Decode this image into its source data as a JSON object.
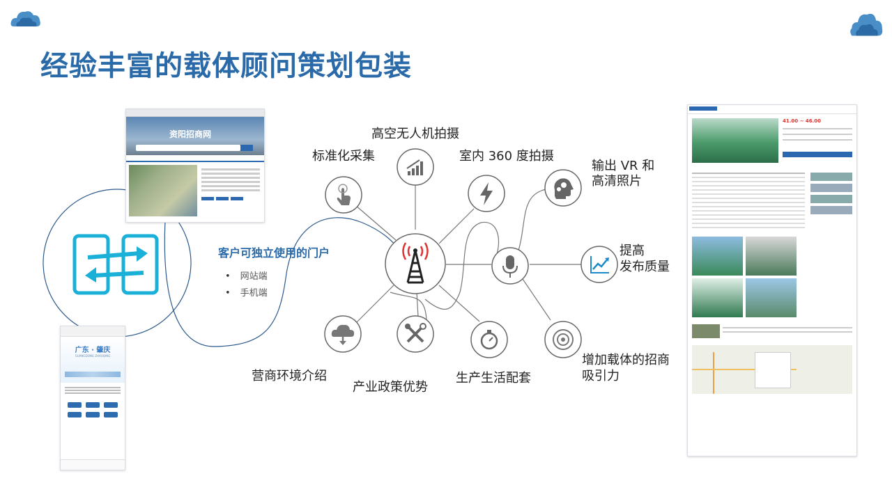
{
  "slide": {
    "title": "经验丰富的载体顾问策划包装",
    "portal_title": "客户可独立使用的门户",
    "portal_items": [
      "网站端",
      "手机端"
    ]
  },
  "services": {
    "drone": "高空无人机拍摄",
    "standard": "标准化采集",
    "indoor360": "室内 360 度拍摄",
    "vr_line1": "输出 VR 和",
    "vr_line2": "高清照片",
    "quality_line1": "提高",
    "quality_line2": "发布质量",
    "business": "营商环境介绍",
    "policy": "产业政策优势",
    "living": "生产生活配套",
    "attract_line1": "增加载体的招商",
    "attract_line2": "吸引力"
  },
  "screenshots": {
    "portal_site_name": "资阳招商网",
    "mobile_title": "广东 · 肇庆",
    "mobile_sub": "GUANGDONG ZHAOQING",
    "price": "41.00 ~ 46.00"
  },
  "colors": {
    "accent_blue": "#2a6aa8",
    "icon_cyan": "#1ab0d8",
    "line_blue": "#2c5a8c",
    "icon_gray": "#666666"
  },
  "icons": [
    "drone-chart-icon",
    "touch-hand-icon",
    "lightning-icon",
    "brain-gears-icon",
    "microphone-icon",
    "growth-chart-icon",
    "target-icon",
    "stopwatch-icon",
    "tools-icon",
    "cloud-download-icon",
    "antenna-tower-icon",
    "exchange-arrows-icon"
  ]
}
